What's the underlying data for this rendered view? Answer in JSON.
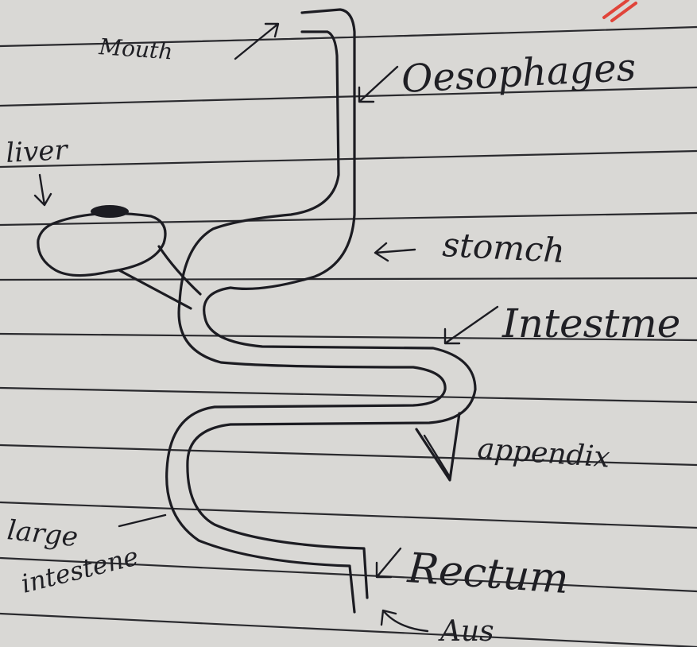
{
  "diagram": {
    "labels": {
      "mouth": "Mouth",
      "oesophagus": "Oesophages",
      "liver": "liver",
      "stomach": "stomch",
      "intestine": "Intestme",
      "appendix": "appendix",
      "large_intestine_line1": "large",
      "large_intestine_line2": "intestene",
      "rectum": "Rectum",
      "anus": "Aus"
    },
    "colors": {
      "paper": "#d9d8d5",
      "ink": "#1c1c22",
      "red_pen": "#e0443a"
    }
  }
}
